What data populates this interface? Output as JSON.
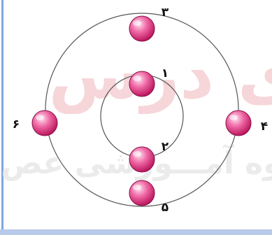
{
  "watermark": {
    "top_text": "ای درس",
    "bottom_text": "روه آمـــوزشی عص",
    "top_color": "#f4c9cd",
    "bottom_color": "#e9e9e9"
  },
  "colors": {
    "orbit_stroke": "#555555",
    "ball_light": "#fde3f0",
    "ball_mid": "#f06aa6",
    "ball_dark": "#b8125a",
    "ball_stroke": "#8a1047"
  },
  "balls": [
    {
      "id": "ball-1",
      "label": "۱"
    },
    {
      "id": "ball-2",
      "label": "۲"
    },
    {
      "id": "ball-3",
      "label": "۳"
    },
    {
      "id": "ball-4",
      "label": "۴"
    },
    {
      "id": "ball-5",
      "label": "۵"
    },
    {
      "id": "ball-6",
      "label": "۶"
    }
  ]
}
